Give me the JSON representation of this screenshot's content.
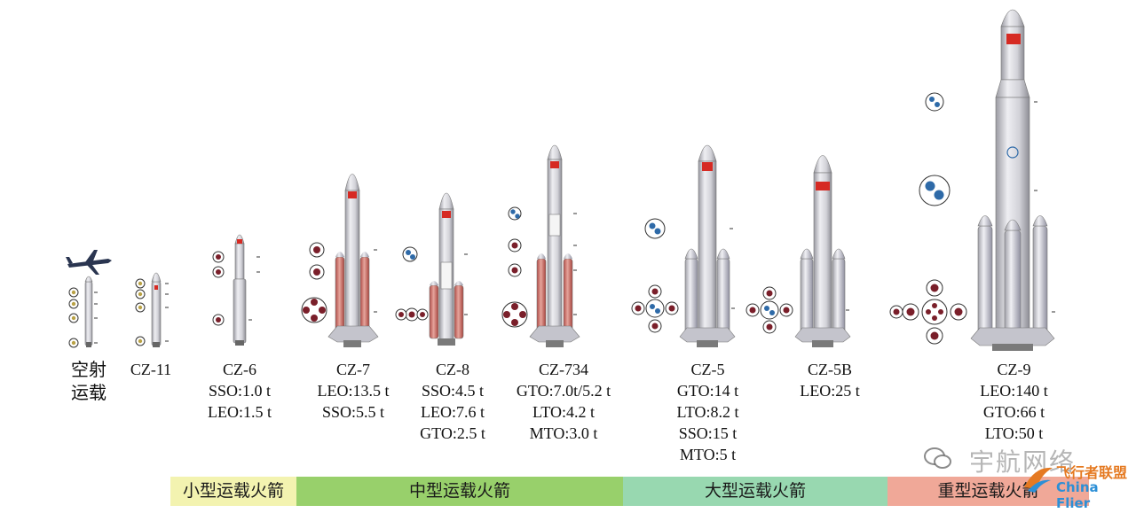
{
  "rockets": [
    {
      "key": "air",
      "name_lines": [
        "空射",
        "运载"
      ],
      "specs": []
    },
    {
      "key": "cz11",
      "name": "CZ-11",
      "specs": []
    },
    {
      "key": "cz6",
      "name": "CZ-6",
      "specs": [
        "SSO:1.0 t",
        "LEO:1.5 t"
      ]
    },
    {
      "key": "cz7",
      "name": "CZ-7",
      "specs": [
        "LEO:13.5 t",
        "SSO:5.5 t"
      ]
    },
    {
      "key": "cz8",
      "name": "CZ-8",
      "specs": [
        "SSO:4.5 t",
        "LEO:7.6 t",
        "GTO:2.5 t"
      ]
    },
    {
      "key": "cz734",
      "name": "CZ-734",
      "specs": [
        "GTO:7.0t/5.2 t",
        "LTO:4.2 t",
        "MTO:3.0 t"
      ]
    },
    {
      "key": "cz5",
      "name": "CZ-5",
      "specs": [
        "GTO:14 t",
        "LTO:8.2 t",
        "SSO:15 t",
        "MTO:5 t"
      ]
    },
    {
      "key": "cz5b",
      "name": "CZ-5B",
      "specs": [
        "LEO:25 t"
      ]
    },
    {
      "key": "cz9",
      "name": "CZ-9",
      "specs": [
        "LEO:140 t",
        "GTO:66 t",
        "LTO:50 t"
      ]
    }
  ],
  "categories": [
    {
      "label": "小型运载火箭",
      "color": "#f3f3b0"
    },
    {
      "label": "中型运载火箭",
      "color": "#98d06b"
    },
    {
      "label": "大型运载火箭",
      "color": "#98d8b0"
    },
    {
      "label": "重型运载火箭",
      "color": "#f0a898"
    }
  ],
  "watermark": {
    "grey": "宇航网络",
    "cn": "飞行者联盟",
    "en": "China Flier"
  },
  "colors": {
    "flag": "#d62a23",
    "body": "#d8d8dc",
    "booster_red": "#c8473d",
    "engine_dot": "#7a1f2a",
    "cross_blue": "#2e6aa8"
  }
}
